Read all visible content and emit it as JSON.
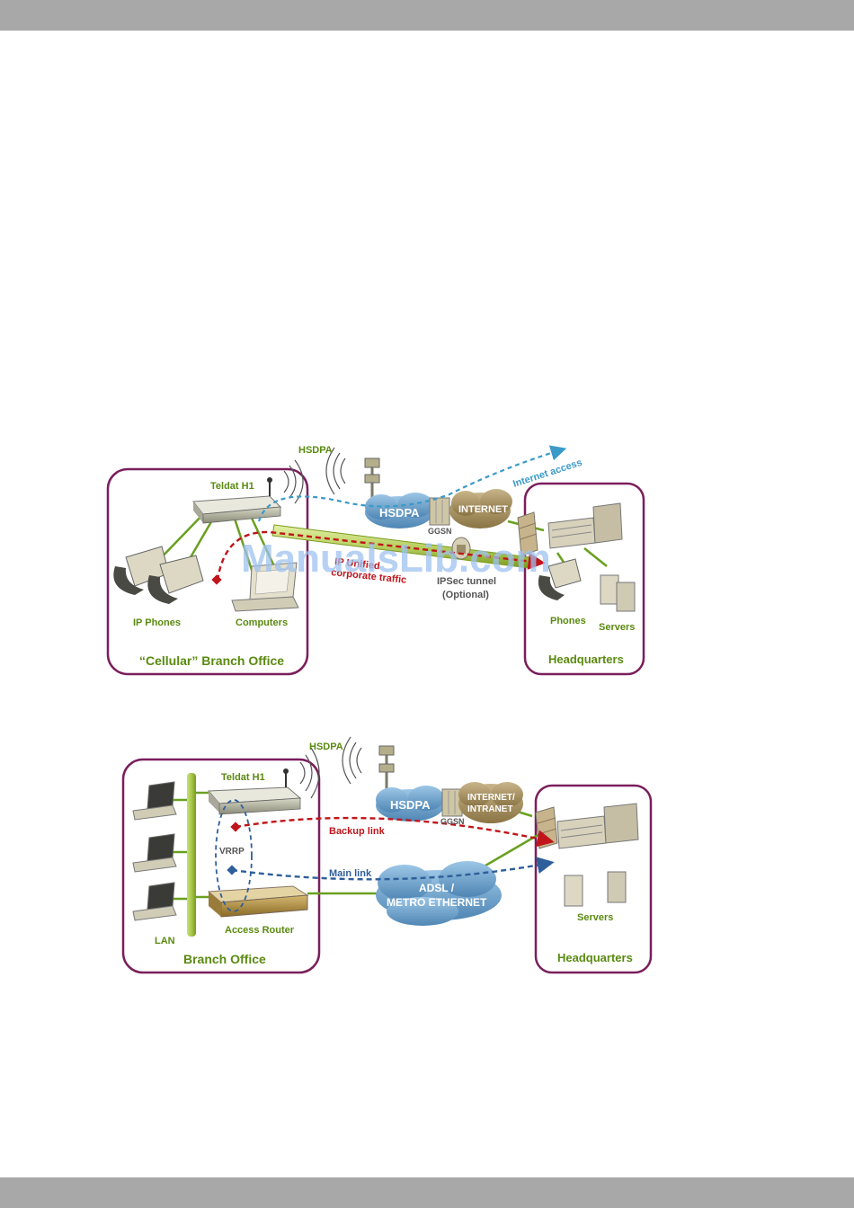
{
  "diagram1": {
    "branch_title": "“Cellular” Branch Office",
    "hq_title": "Headquarters",
    "router_label": "Teldat H1",
    "hsdpa_signal_label": "HSDPA",
    "hsdpa_cloud_label": "HSDPA",
    "internet_cloud_label": "INTERNET",
    "ggsn_label": "GGSN",
    "internet_access_label": "Internet access",
    "tunnel_label_line1": "IPSec tunnel",
    "tunnel_label_line2": "(Optional)",
    "traffic_label_line1": "IP Unified",
    "traffic_label_line2": "corporate traffic",
    "ip_phones_label": "IP Phones",
    "computers_label": "Computers",
    "phones_label": "Phones",
    "servers_label": "Servers"
  },
  "diagram2": {
    "branch_title": "Branch Office",
    "hq_title": "Headquarters",
    "router_label": "Teldat H1",
    "hsdpa_signal_label": "HSDPA",
    "hsdpa_cloud_label": "HSDPA",
    "internet_cloud_line1": "INTERNET/",
    "internet_cloud_line2": "INTRANET",
    "ggsn_label": "GGSN",
    "backup_link_label": "Backup link",
    "main_link_label": "Main link",
    "vrrp_label": "VRRP",
    "adsl_line1": "ADSL /",
    "adsl_line2": "METRO ETHERNET",
    "access_router_label": "Access Router",
    "lan_label": "LAN",
    "servers_label": "Servers"
  },
  "watermark": "ManualsLib.com",
  "colors": {
    "frame": "#7a1f5c",
    "green": "#5a8a10",
    "red": "#c0151b",
    "blue": "#2f5f9a",
    "cloud": "#6aa0c8",
    "header_bar": "#a8a8a8"
  }
}
